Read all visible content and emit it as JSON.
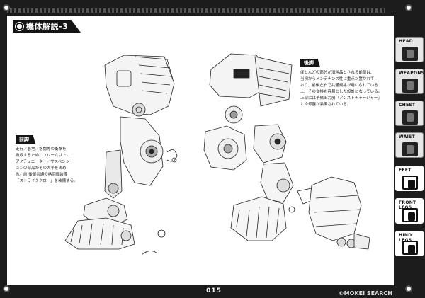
{
  "section": {
    "title": "機体解説-3"
  },
  "front_leg": {
    "heading": "前脚",
    "lines": [
      "走行／着地／格闘等の衝撃を",
      "吸収するため、フレーム以上に",
      "アクチュエーター／サスペンシ",
      "ョンの部品がその大半を占め",
      "る。前 後脚共通の格闘戦装備",
      "「ストライククロー」を装備する。"
    ]
  },
  "rear_leg": {
    "heading": "後脚",
    "lines": [
      "ほとんどの部分が消耗品とされる前部は、",
      "当初からメンテナンス性に重点が置かれて",
      "おり、前後左右で共通規格が用いられている",
      "上、その交換も容易とした設計になっている。",
      "上部には予備出力器「アシストチャージャー」",
      "と冷却器が装備されている。"
    ]
  },
  "tabs": [
    {
      "label": "HEAD",
      "icon": "head-icon",
      "active": false
    },
    {
      "label": "WEAPONS",
      "icon": "weapons-icon",
      "active": false
    },
    {
      "label": "CHEST",
      "icon": "chest-icon",
      "active": false
    },
    {
      "label": "WAIST",
      "icon": "waist-icon",
      "active": false
    },
    {
      "label": "FEET",
      "icon": "feet-icon",
      "active": true
    },
    {
      "label": "FRONT LEGS",
      "icon": "front-legs-icon",
      "active": true
    },
    {
      "label": "HIND LEGS",
      "icon": "hind-legs-icon",
      "active": true
    }
  ],
  "page_number": "015",
  "watermark": "©MOKEI SEARCH"
}
